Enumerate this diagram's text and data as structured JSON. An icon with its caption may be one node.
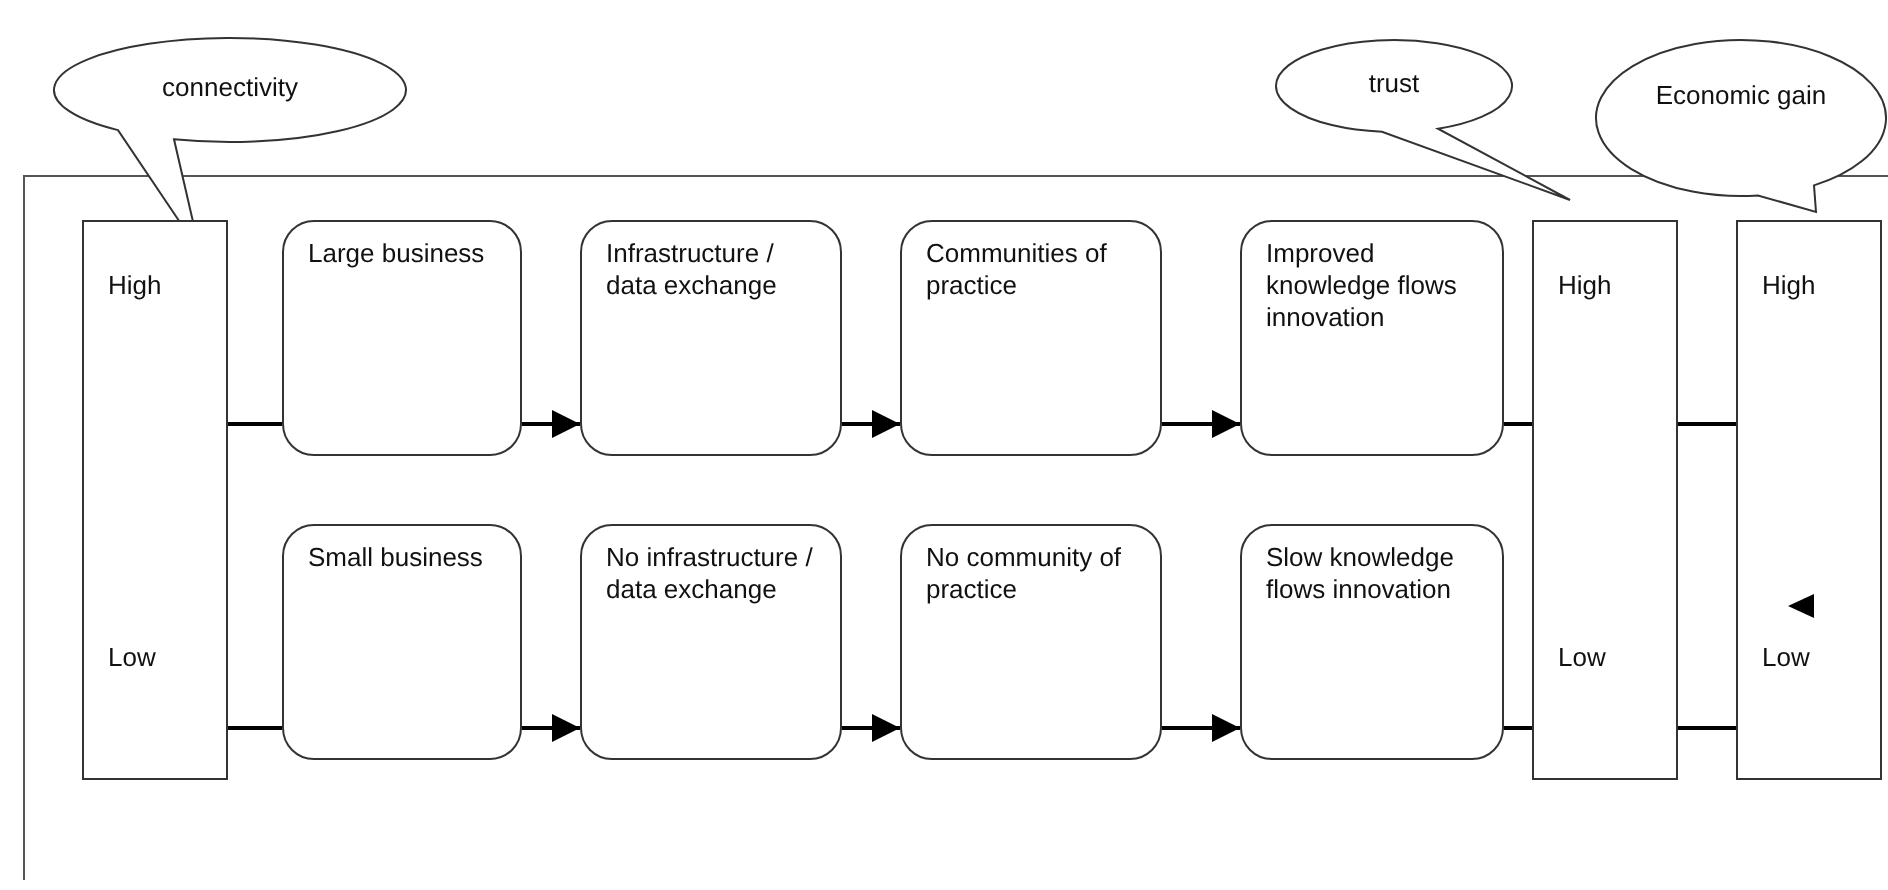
{
  "diagram": {
    "nodes": [
      {
        "text": [
          "connectivity"
        ]
      },
      {
        "text": [
          "trust"
        ]
      },
      {
        "text": [
          "Economic gain"
        ]
      },
      {
        "text": [
          "High",
          "Low"
        ]
      },
      {
        "text": [
          "Large business"
        ]
      },
      {
        "text": [
          "Infrastructure / data exchange"
        ]
      },
      {
        "text": [
          "Communities of practice"
        ]
      },
      {
        "text": [
          "Improved knowledge flows innovation"
        ]
      },
      {
        "text": [
          "High",
          "Low"
        ]
      },
      {
        "text": [
          "High",
          "Low"
        ]
      },
      {
        "text": [
          "Small business"
        ]
      },
      {
        "text": [
          "No infrastructure / data exchange"
        ]
      },
      {
        "text": [
          "No community of practice"
        ]
      },
      {
        "text": [
          "Slow knowledge flows innovation"
        ]
      }
    ],
    "edges": [
      {
        "from": 3,
        "to": 4,
        "arrow": "none"
      },
      {
        "from": 4,
        "to": 5,
        "arrow": "to"
      },
      {
        "from": 5,
        "to": 6,
        "arrow": "to"
      },
      {
        "from": 6,
        "to": 7,
        "arrow": "to"
      },
      {
        "from": 7,
        "to": 8,
        "arrow": "none"
      },
      {
        "from": 8,
        "to": 9,
        "arrow": "none"
      },
      {
        "from": 3,
        "to": 10,
        "arrow": "none"
      },
      {
        "from": 10,
        "to": 11,
        "arrow": "to"
      },
      {
        "from": 11,
        "to": 12,
        "arrow": "to"
      },
      {
        "from": 12,
        "to": 13,
        "arrow": "to"
      },
      {
        "from": 13,
        "to": 8,
        "arrow": "none"
      },
      {
        "from": 8,
        "to": 9,
        "arrow": "none"
      }
    ]
  }
}
